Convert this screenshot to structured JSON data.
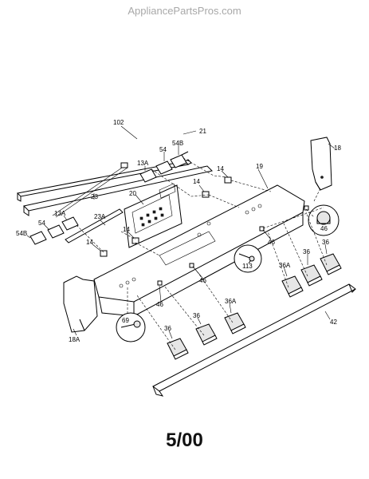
{
  "watermark": "AppliancePartsPros.com",
  "date_code": "5/00",
  "labels": {
    "p102": "102",
    "p21": "21",
    "p18": "18",
    "p19": "19",
    "p23": "23",
    "p20": "20",
    "p54B_top": "54B",
    "p54_top": "54",
    "p13A_top": "13A",
    "p14_top": "14",
    "p14_mid": "14",
    "p13A_left": "13A",
    "p54_left": "54",
    "p54B_left": "54B",
    "p23A": "23A",
    "p14_left": "14",
    "p14_low": "14",
    "p46_knob": "46",
    "p46_right": "46",
    "p113": "113",
    "p36A_right": "36A",
    "p36_r1": "36",
    "p36_r2": "36",
    "p46_center": "46",
    "p46_left": "46",
    "p69": "69",
    "p36A_low": "36A",
    "p36_low1": "36",
    "p36_low2": "36",
    "p18A": "18A",
    "p42": "42"
  }
}
